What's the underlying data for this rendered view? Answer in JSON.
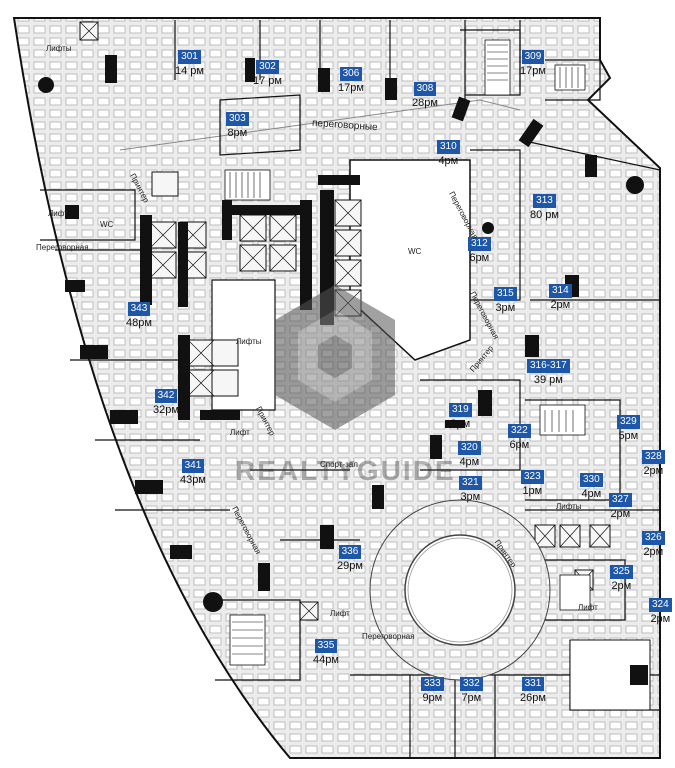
{
  "rooms": [
    {
      "id": "301",
      "area": "14 рм"
    },
    {
      "id": "302",
      "area": "17 рм"
    },
    {
      "id": "306",
      "area": "17рм"
    },
    {
      "id": "308",
      "area": "28рм"
    },
    {
      "id": "309",
      "area": "17рм"
    },
    {
      "id": "303",
      "area": "8рм"
    },
    {
      "id": "310",
      "area": "4рм"
    },
    {
      "id": "313",
      "area": "80 рм"
    },
    {
      "id": "312",
      "area": "6рм"
    },
    {
      "id": "315",
      "area": "3рм"
    },
    {
      "id": "314",
      "area": "2рм"
    },
    {
      "id": "316-317",
      "area": "39 рм"
    },
    {
      "id": "343",
      "area": "48рм"
    },
    {
      "id": "342",
      "area": "32рм"
    },
    {
      "id": "341",
      "area": "43рм"
    },
    {
      "id": "319",
      "area": "3рм"
    },
    {
      "id": "320",
      "area": "4рм"
    },
    {
      "id": "321",
      "area": "3рм"
    },
    {
      "id": "322",
      "area": "6рм"
    },
    {
      "id": "323",
      "area": "1рм"
    },
    {
      "id": "330",
      "area": "4рм"
    },
    {
      "id": "329",
      "area": "5рм"
    },
    {
      "id": "328",
      "area": "2рм"
    },
    {
      "id": "327",
      "area": "2рм"
    },
    {
      "id": "326",
      "area": "2рм"
    },
    {
      "id": "325",
      "area": "2рм"
    },
    {
      "id": "324",
      "area": "2рм"
    },
    {
      "id": "336",
      "area": "29рм"
    },
    {
      "id": "335",
      "area": "44рм"
    },
    {
      "id": "333",
      "area": "9рм"
    },
    {
      "id": "332",
      "area": "7рм"
    },
    {
      "id": "331",
      "area": "26рм"
    }
  ],
  "labels": {
    "lifts_top": "Лифты",
    "lift_left": "Лифт",
    "lifts_center": "Лифты",
    "lift_small": "Лифт",
    "wc_center": "WC",
    "wc_left": "WC",
    "meeting_top": "переговорные",
    "meeting_left": "Переговорная",
    "meeting_bottom": "Переговорная",
    "printer_1": "Принтер",
    "printer_2": "Принтер",
    "printer_3": "Принтер",
    "printer_4": "Принтер",
    "meeting_v1": "Переговорная",
    "meeting_v2": "Переговорная",
    "meeting_v3": "Переговорная",
    "sport": "Спорт-зал",
    "lifts_right": "Лифты",
    "lift_right": "Лифт",
    "lift_bottom": "Лифт"
  },
  "watermark": "REALTYGUIDE",
  "colors": {
    "room_badge": "#1f57a8",
    "floor": "#eeeeee",
    "wall": "#111111",
    "white_area": "#ffffff"
  }
}
